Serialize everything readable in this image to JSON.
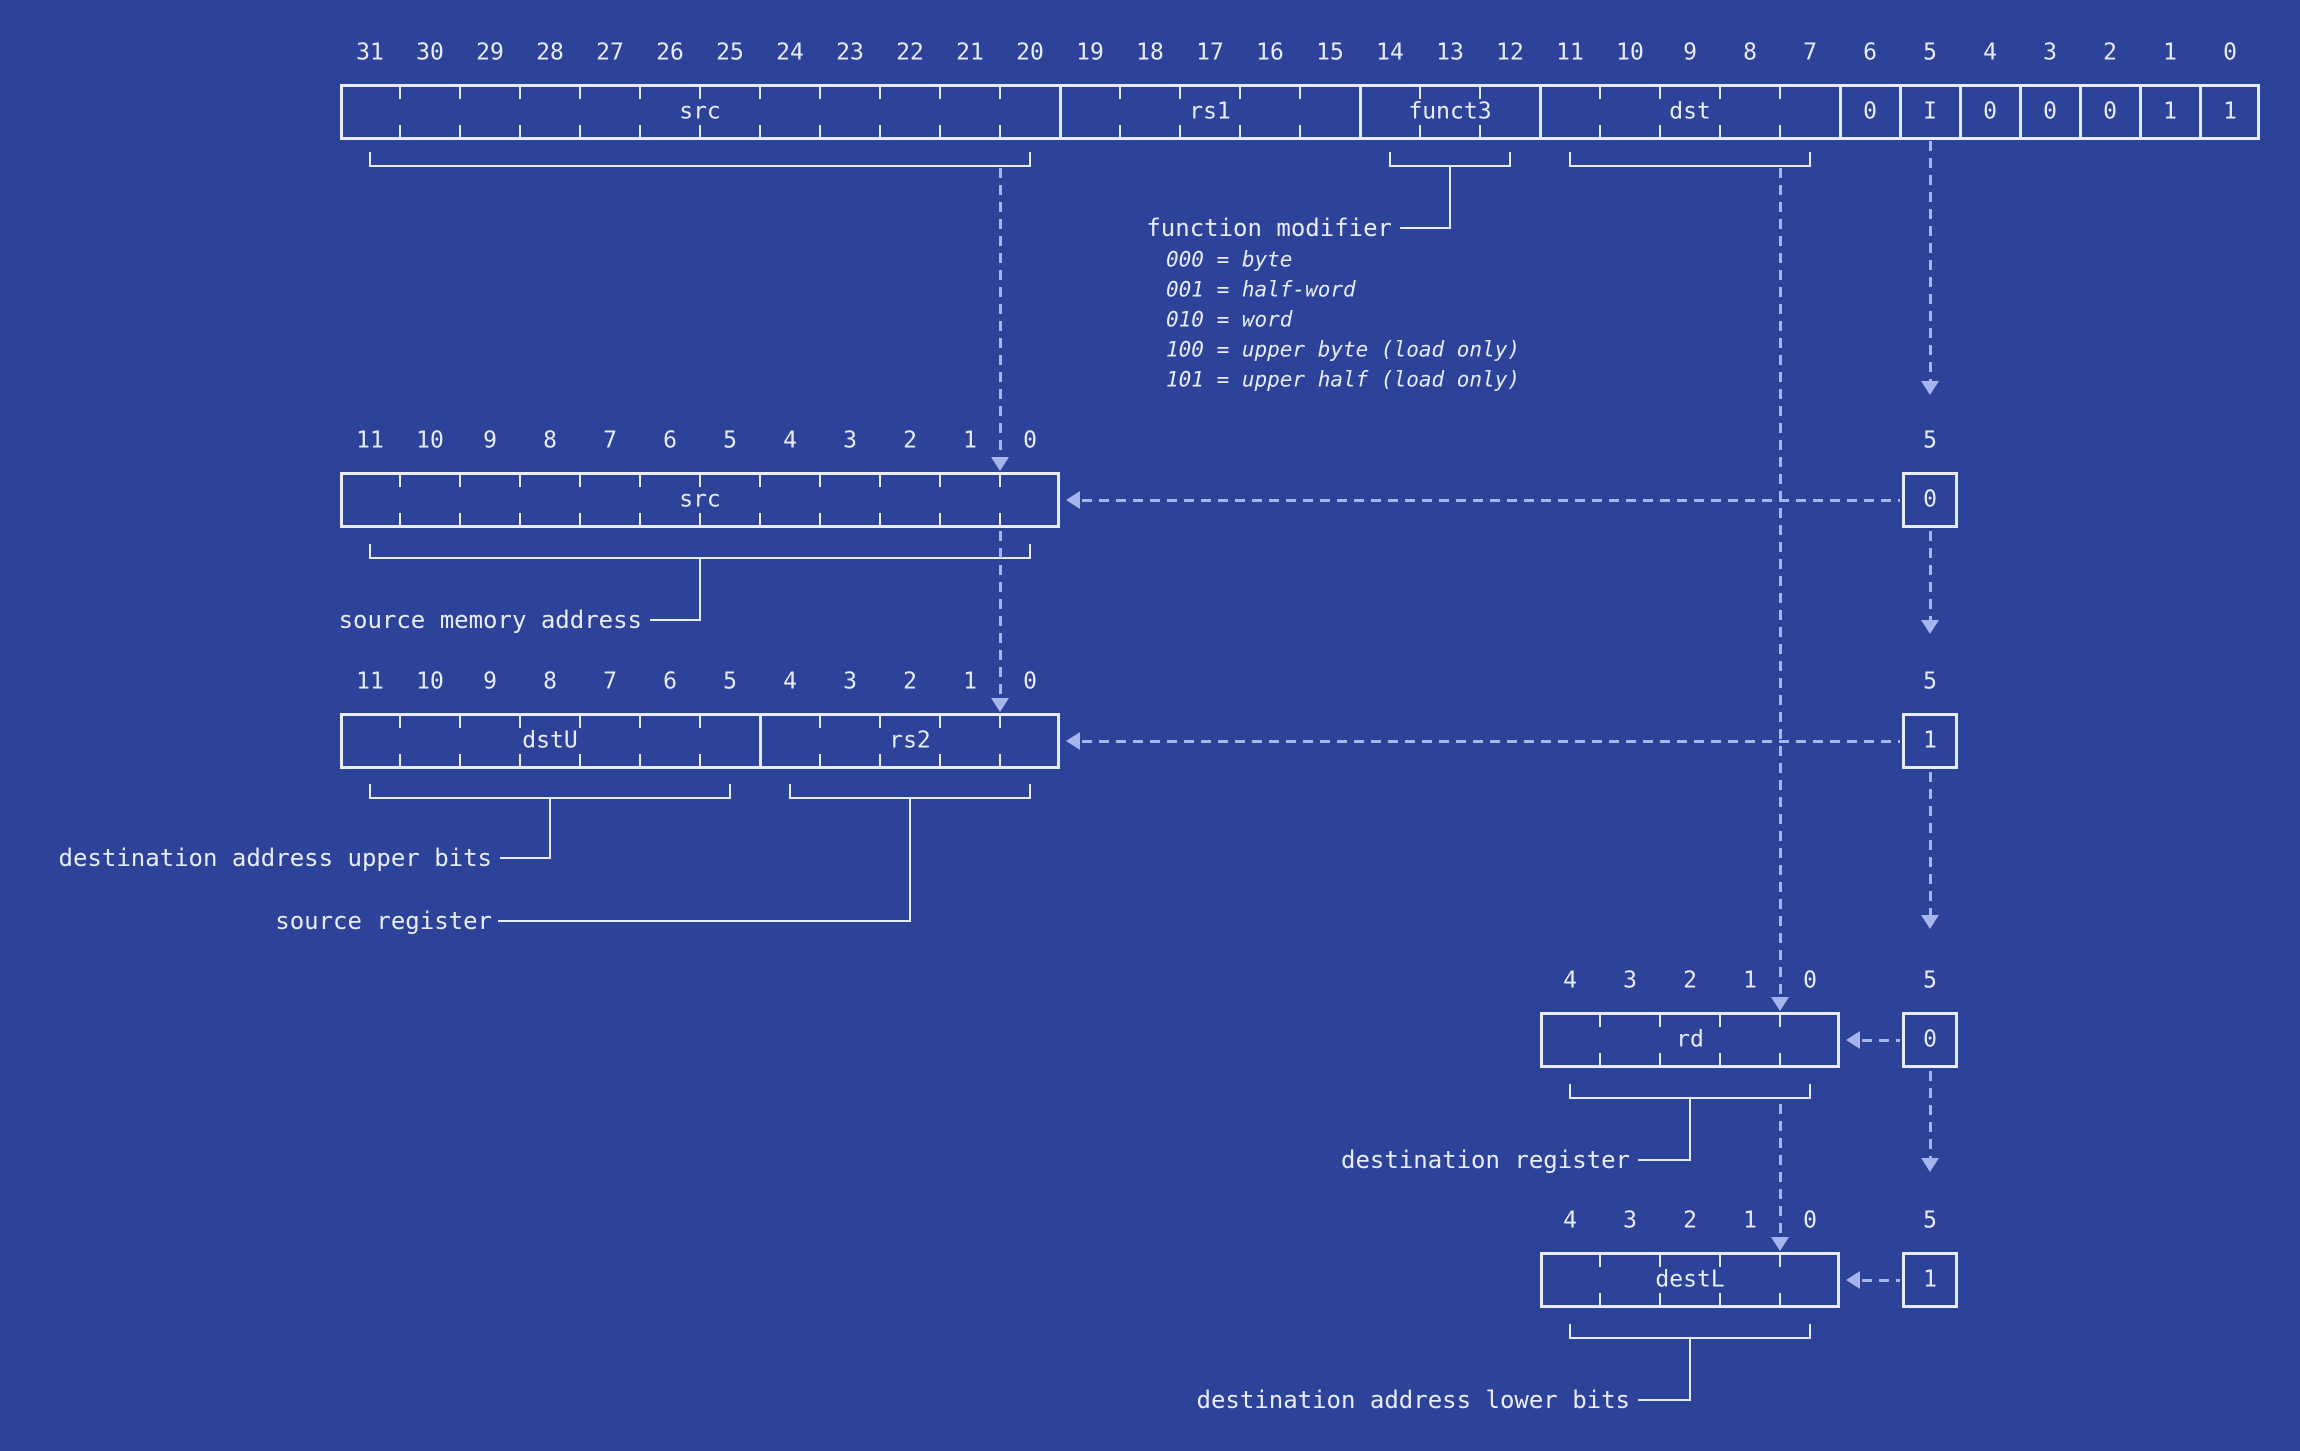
{
  "palette": {
    "background": "#2d4299",
    "stroke": "#e8ecf9",
    "dashed": "#a6b5ec"
  },
  "instruction": {
    "bit_labels": [
      "31",
      "30",
      "29",
      "28",
      "27",
      "26",
      "25",
      "24",
      "23",
      "22",
      "21",
      "20",
      "19",
      "18",
      "17",
      "16",
      "15",
      "14",
      "13",
      "12",
      "11",
      "10",
      "9",
      "8",
      "7",
      "6",
      "5",
      "4",
      "3",
      "2",
      "1",
      "0"
    ],
    "fields": [
      {
        "label": "src",
        "bits": 12
      },
      {
        "label": "rs1",
        "bits": 5
      },
      {
        "label": "funct3",
        "bits": 3
      },
      {
        "label": "dst",
        "bits": 5
      },
      {
        "label": "0",
        "bits": 1
      },
      {
        "label": "I",
        "bits": 1
      },
      {
        "label": "0",
        "bits": 1
      },
      {
        "label": "0",
        "bits": 1
      },
      {
        "label": "0",
        "bits": 1
      },
      {
        "label": "1",
        "bits": 1
      },
      {
        "label": "1",
        "bits": 1
      }
    ]
  },
  "function_modifier": {
    "label": "function modifier",
    "options": [
      "000 = byte",
      "001 = half-word",
      "010 = word",
      "100 = upper byte (load only)",
      "101 = upper half (load only)"
    ]
  },
  "src_register": {
    "bit_labels": [
      "11",
      "10",
      "9",
      "8",
      "7",
      "6",
      "5",
      "4",
      "3",
      "2",
      "1",
      "0"
    ],
    "fields": [
      {
        "label": "src",
        "bits": 12
      }
    ],
    "caption": "source memory address"
  },
  "dst_upper_register": {
    "bit_labels": [
      "11",
      "10",
      "9",
      "8",
      "7",
      "6",
      "5",
      "4",
      "3",
      "2",
      "1",
      "0"
    ],
    "fields": [
      {
        "label": "dstU",
        "bits": 7
      },
      {
        "label": "rs2",
        "bits": 5
      }
    ],
    "captions": [
      "destination address upper bits",
      "source register"
    ]
  },
  "rd_register": {
    "bit_labels": [
      "4",
      "3",
      "2",
      "1",
      "0"
    ],
    "fields": [
      {
        "label": "rd",
        "bits": 5
      }
    ],
    "caption": "destination register"
  },
  "destl_register": {
    "bit_labels": [
      "4",
      "3",
      "2",
      "1",
      "0"
    ],
    "fields": [
      {
        "label": "destL",
        "bits": 5
      }
    ],
    "caption": "destination address lower bits"
  },
  "immediate_bits": [
    {
      "bit_label": "5",
      "value": "0"
    },
    {
      "bit_label": "5",
      "value": "1"
    },
    {
      "bit_label": "5",
      "value": "0"
    },
    {
      "bit_label": "5",
      "value": "1"
    }
  ]
}
